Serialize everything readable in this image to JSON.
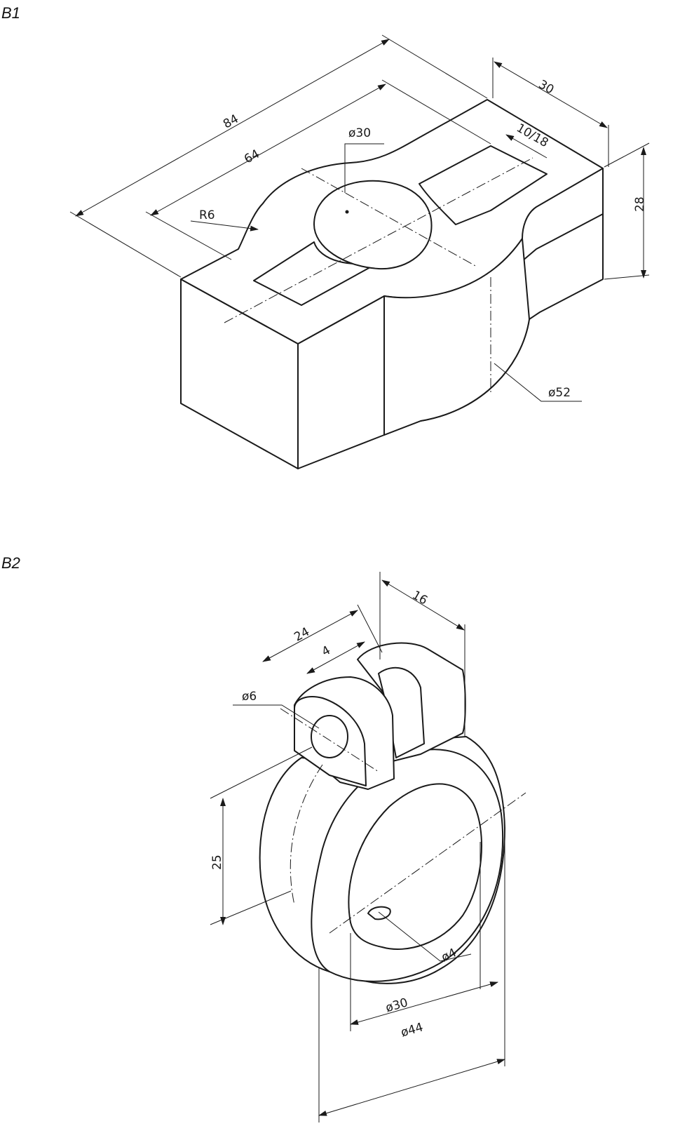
{
  "figures": [
    {
      "label": "B1",
      "dimensions": {
        "length_overall": "84",
        "slot_length": "64",
        "width": "30",
        "slot_width": "10/18",
        "height": "28",
        "radius": "R6",
        "bore_diameter": "ø30",
        "boss_diameter": "ø52"
      }
    },
    {
      "label": "B2",
      "dimensions": {
        "width": "16",
        "lug_span": "24",
        "lug_thickness": "4",
        "pin_hole": "ø6",
        "height": "25",
        "small_hole": "ø4",
        "inner_diameter": "ø30",
        "outer_diameter": "ø44"
      }
    }
  ],
  "colors": {
    "ink": "#1a1a1a",
    "paper": "#ffffff"
  }
}
